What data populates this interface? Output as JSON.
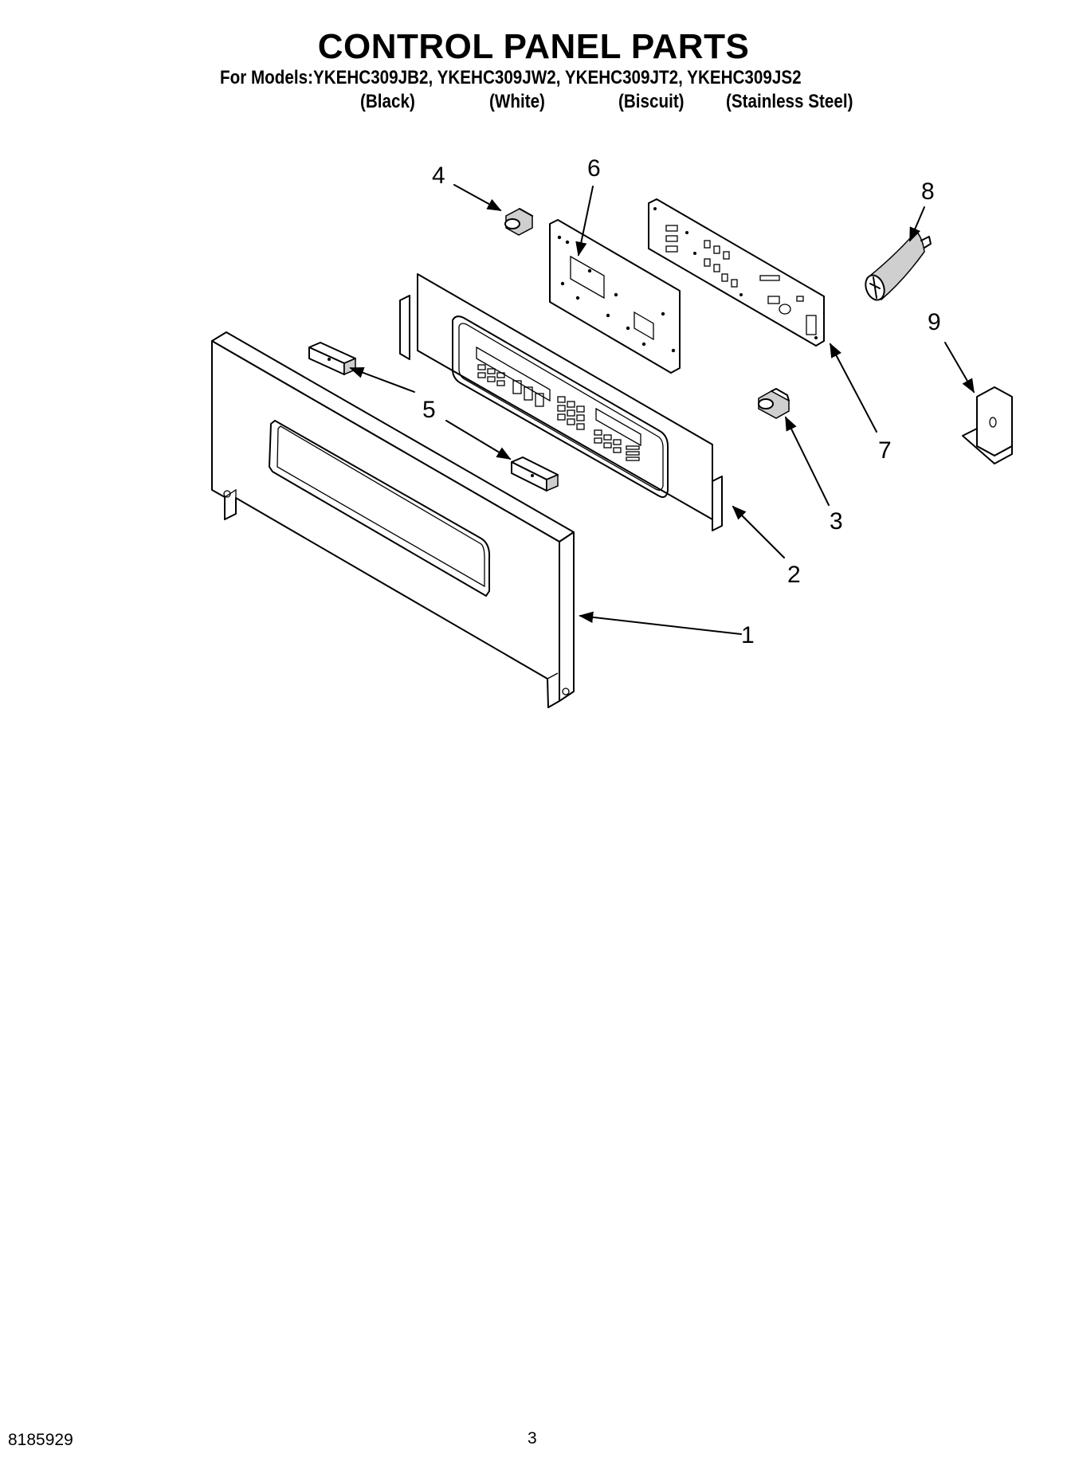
{
  "header": {
    "title": "CONTROL PANEL PARTS",
    "models_line": "For Models:YKEHC309JB2, YKEHC309JW2, YKEHC309JT2, YKEHC309JS2",
    "variants": [
      "(Black)",
      "(White)",
      "(Biscuit)",
      "(Stainless Steel)"
    ]
  },
  "callouts": [
    "1",
    "2",
    "3",
    "4",
    "5",
    "6",
    "7",
    "8",
    "9"
  ],
  "footer": {
    "doc_number": "8185929",
    "page_number": "3"
  }
}
